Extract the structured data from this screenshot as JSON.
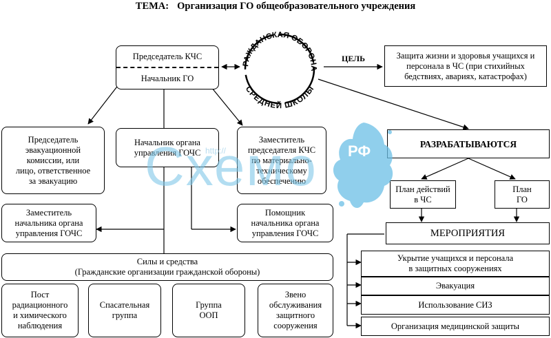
{
  "title": {
    "label": "ТЕМА:",
    "text": "Организация ГО общеобразовательного учреждения"
  },
  "circle": {
    "top_text": "ГРАЖДАНСКАЯ ОБОРОНА",
    "bottom_text": "СРЕДНЕЙ ШКОЛЫ"
  },
  "goal": {
    "label": "ЦЕЛЬ",
    "text": "Защита жизни и здоровья учащихся и персонала в ЧС (при стихийных бедствиях, авариях, катастрофах)"
  },
  "chairman": {
    "top": "Председатель КЧС",
    "bottom": "Начальник ГО"
  },
  "boxes": {
    "evac_chair": "Председатель\nэвакуационной\nкомиссии, или\nлицо, ответственное\nза эвакуацию",
    "gochs_head": "Начальник органа\nуправления ГОЧС",
    "deputy_kchs": "Заместитель\nпредседателя КЧС\nпо материально-\nтехническому\nобеспечению",
    "deputy_gochs": "Заместитель\nначальника органа\nуправления ГОЧС",
    "assistant_gochs": "Помощник\nначальника органа\nуправления ГОЧС",
    "forces": "Силы  и  средства\n(Гражданские организации гражданской обороны)"
  },
  "units": [
    "Пост\nрадиационного\nи химического\nнаблюдения",
    "Спасательная\nгруппа",
    "Группа\nООП",
    "Звено\nобслуживания\nзащитного\nсооружения"
  ],
  "developed": {
    "label": "РАЗРАБАТЫВАЮТСЯ",
    "plan_cs": "План действий\nв ЧС",
    "plan_go": "План\nГО"
  },
  "measures": {
    "label": "МЕРОПРИЯТИЯ",
    "items": [
      "Укрытие учащихся и персонала\nв защитных сооружениях",
      "Эвакуация",
      "Использование СИЗ",
      "Организация медицинской защиты"
    ]
  },
  "watermark": {
    "text": "Схемо",
    "badge": "РФ",
    "url": "http://"
  },
  "colors": {
    "line": "#000000",
    "watermark": "#7fc8e8",
    "watermark_splash": "#6cc0e6"
  }
}
